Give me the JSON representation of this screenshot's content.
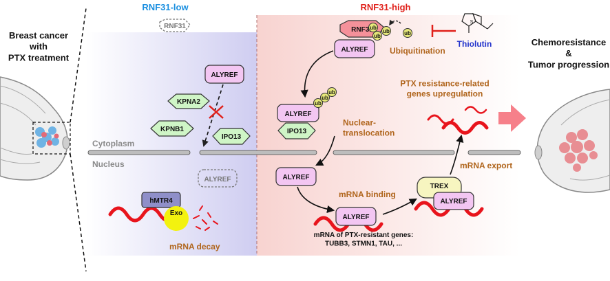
{
  "left_panel": {
    "title": "RNF31-low",
    "rnf31_label": "RNF31",
    "alyref_label": "ALYREF",
    "kpna2_label": "KPNA2",
    "kpnb1_label": "KPNB1",
    "ipo13_label": "IPO13",
    "alyref_nucleus_label": "ALYREF",
    "hmtr4_label": "hMTR4",
    "exo_label": "Exo",
    "decay_label": "mRNA decay"
  },
  "right_panel": {
    "title": "RNF31-high",
    "rnf31_label": "RNF31",
    "ub_label": "ub",
    "alyref_label": "ALYREF",
    "ubiquitination_label": "Ubiquitination",
    "inhibitor_label": "Thiolutin",
    "ipo13_label": "IPO13",
    "translocation_label": "Nuclear-\ntranslocation",
    "alyref_nucleus_label": "ALYREF",
    "mrna_binding_label": "mRNA binding",
    "trex_label": "TREX",
    "mrna_export_label": "mRNA export",
    "upregulation_label": "PTX resistance-related\ngenes upregulation",
    "genes_label": "mRNA of PTX-resistant genes:\nTUBB3, STMN1, TAU, ..."
  },
  "compartments": {
    "cytoplasm_label": "Cytoplasm",
    "nucleus_label": "Nucleus"
  },
  "left_side": {
    "label": "Breast cancer\nwith\nPTX treatment"
  },
  "right_side": {
    "label": "Chemoresistance\n&\nTumor progression"
  },
  "colors": {
    "low_title": "#1a8fe0",
    "high_title": "#e0201a",
    "process_text": "#b0651c",
    "inhibitor": "#2233cc",
    "rnf31_fill": "#f5919a",
    "alyref_fill": "#f3c6f2",
    "importin_fill": "#cff5c6",
    "ub_fill": "#e6e87a",
    "mrna": "#e8141c",
    "exo_fill": "#f3f20f",
    "hmtr4_fill": "#8f8fc9",
    "trex_fill": "#f7f5c0",
    "low_bg": "#d7d5f3",
    "high_bg": "#f9d6d3"
  }
}
